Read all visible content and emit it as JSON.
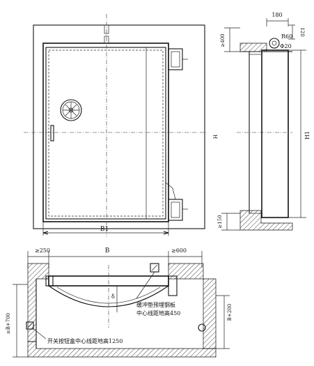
{
  "front_view": {
    "dim_width": "B1",
    "dim_height_left": "H"
  },
  "side_view": {
    "dim_top": "180",
    "dim_side": "120",
    "dim_radius": "R60",
    "dim_hole": "Φ20",
    "dim_upper": "≥400",
    "dim_height": "H1",
    "dim_lower": "≥150"
  },
  "plan_view": {
    "dim_left_clear": "≥250",
    "dim_width": "B",
    "dim_right_clear": "≥600",
    "dim_depth_left": "≥B+700",
    "dim_depth_right": "B+200",
    "dim_delta": "δ",
    "note_switch": "开关按钮盒中心线距地高1250",
    "note_buffer_line1": "缓冲垫预埋钢板",
    "note_buffer_line2": "中心线距地高450"
  }
}
